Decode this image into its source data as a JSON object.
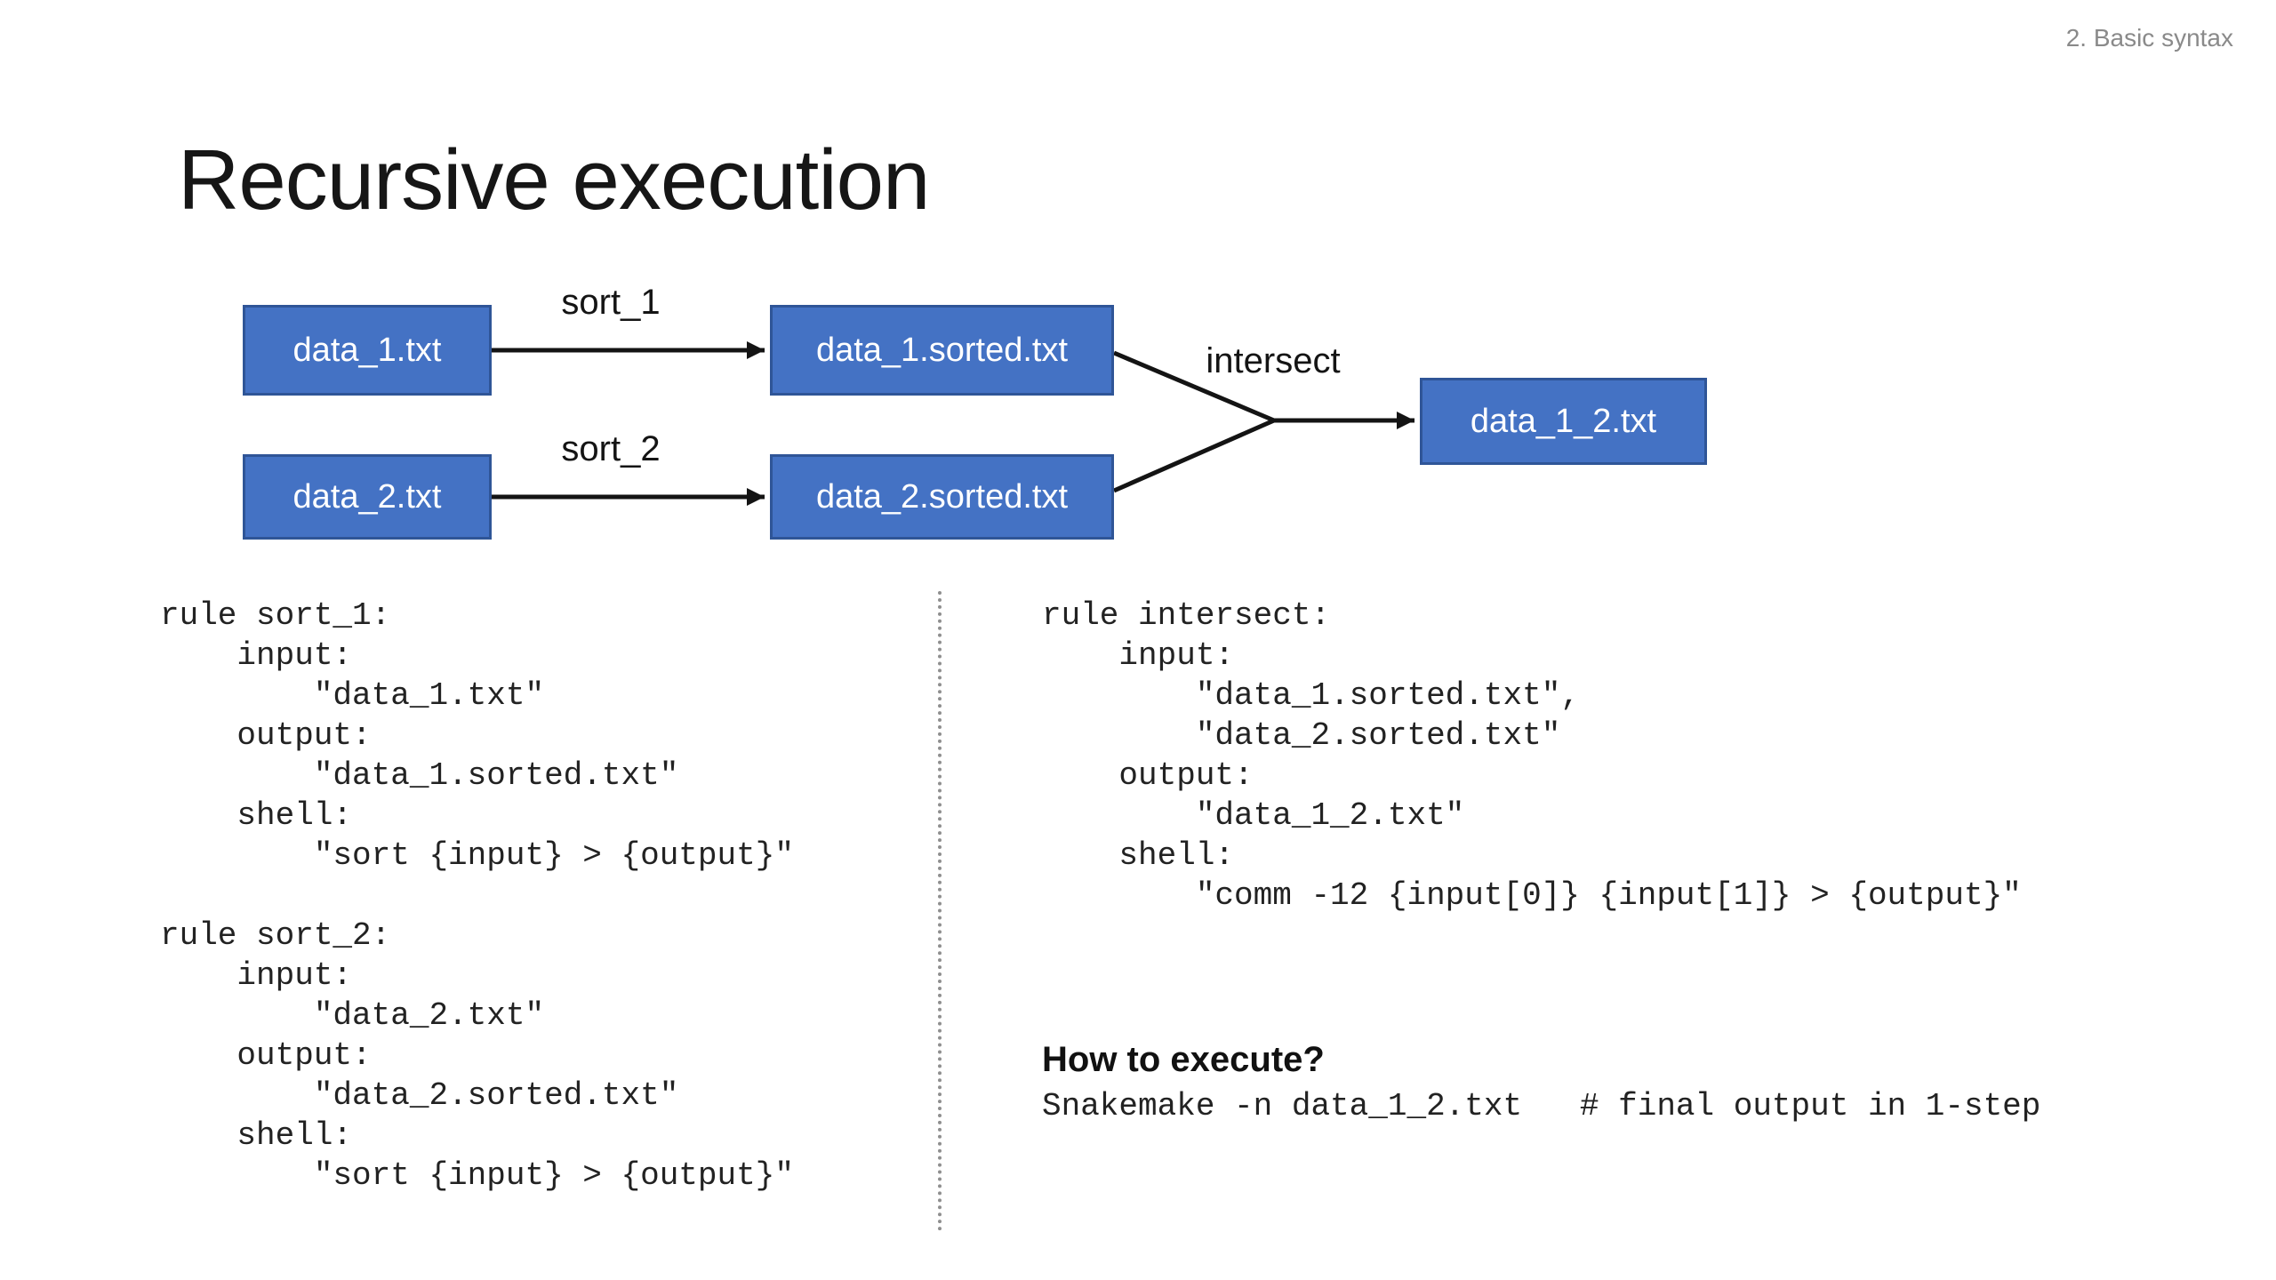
{
  "slide": {
    "section_label": "2. Basic syntax",
    "title": "Recursive execution"
  },
  "diagram": {
    "nodes": {
      "data1": "data_1.txt",
      "data2": "data_2.txt",
      "sorted1": "data_1.sorted.txt",
      "sorted2": "data_2.sorted.txt",
      "final": "data_1_2.txt"
    },
    "edge_labels": {
      "sort1": "sort_1",
      "sort2": "sort_2",
      "intersect": "intersect"
    },
    "colors": {
      "node_fill": "#4472c4",
      "node_border": "#2f5597",
      "node_text": "#ffffff",
      "arrow": "#141414"
    }
  },
  "code": {
    "left": "rule sort_1:\n    input:\n        \"data_1.txt\"\n    output:\n        \"data_1.sorted.txt\"\n    shell:\n        \"sort {input} > {output}\"\n\nrule sort_2:\n    input:\n        \"data_2.txt\"\n    output:\n        \"data_2.sorted.txt\"\n    shell:\n        \"sort {input} > {output}\"",
    "right": "rule intersect:\n    input:\n        \"data_1.sorted.txt\",\n        \"data_2.sorted.txt\"\n    output:\n        \"data_1_2.txt\"\n    shell:\n        \"comm -12 {input[0]} {input[1]} > {output}\""
  },
  "execute": {
    "heading": "How to execute?",
    "command": "Snakemake -n data_1_2.txt   # final output in 1-step"
  }
}
